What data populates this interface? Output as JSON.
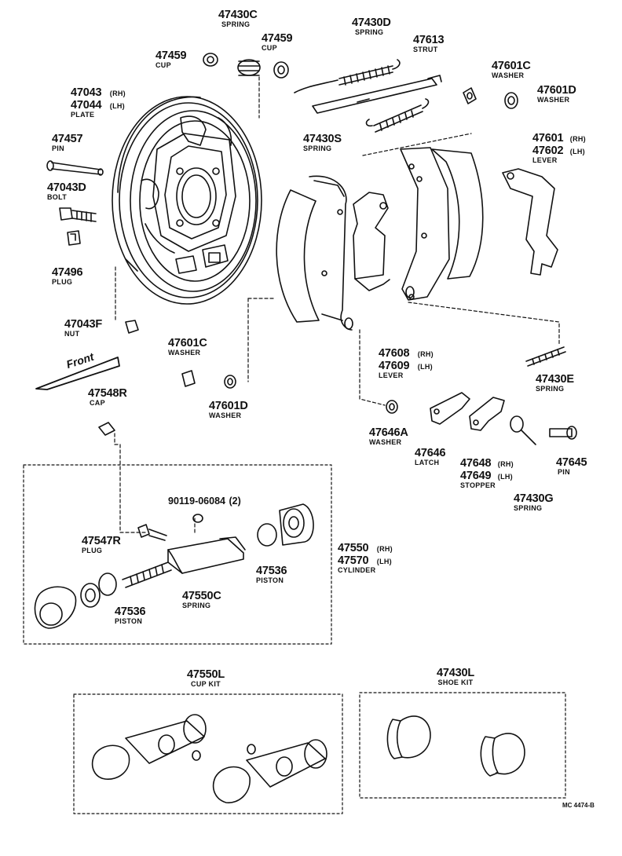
{
  "labels": {
    "l47430C": {
      "num": "47430C",
      "name": "SPRING"
    },
    "l47459a": {
      "num": "47459",
      "name": "CUP"
    },
    "l47459b": {
      "num": "47459",
      "name": "CUP"
    },
    "l47430D": {
      "num": "47430D",
      "name": "SPRING"
    },
    "l47613": {
      "num": "47613",
      "name": "STRUT"
    },
    "l47601C_top": {
      "num": "47601C",
      "name": "WASHER"
    },
    "l47601D_top": {
      "num": "47601D",
      "name": "WASHER"
    },
    "plate": {
      "num1": "47043",
      "rh": "(RH)",
      "num2": "47044",
      "lh": "(LH)",
      "name": "PLATE"
    },
    "l47457": {
      "num": "47457",
      "name": "PIN"
    },
    "l47043D": {
      "num": "47043D",
      "name": "BOLT"
    },
    "l47430S": {
      "num": "47430S",
      "name": "SPRING"
    },
    "lever_top": {
      "num1": "47601",
      "rh": "(RH)",
      "num2": "47602",
      "lh": "(LH)",
      "name": "LEVER"
    },
    "l47496": {
      "num": "47496",
      "name": "PLUG"
    },
    "l47043F": {
      "num": "47043F",
      "name": "NUT"
    },
    "l47601C_mid": {
      "num": "47601C",
      "name": "WASHER"
    },
    "lever_mid": {
      "num1": "47608",
      "rh": "(RH)",
      "num2": "47609",
      "lh": "(LH)",
      "name": "LEVER"
    },
    "l47430E": {
      "num": "47430E",
      "name": "SPRING"
    },
    "front": "Front",
    "l47548R": {
      "num": "47548R",
      "name": "CAP"
    },
    "l47601D_mid": {
      "num": "47601D",
      "name": "WASHER"
    },
    "l47646A": {
      "num": "47646A",
      "name": "WASHER"
    },
    "l47646": {
      "num": "47646",
      "name": "LATCH"
    },
    "stopper": {
      "num1": "47648",
      "rh": "(RH)",
      "num2": "47649",
      "lh": "(LH)",
      "name": "STOPPER"
    },
    "l47645": {
      "num": "47645",
      "name": "PIN"
    },
    "l47430G": {
      "num": "47430G",
      "name": "SPRING"
    },
    "bolt_code": {
      "num": "90119-06084",
      "qty": "(2)"
    },
    "l47547R": {
      "num": "47547R",
      "name": "PLUG"
    },
    "cylinder": {
      "num1": "47550",
      "rh": "(RH)",
      "num2": "47570",
      "lh": "(LH)",
      "name": "CYLINDER"
    },
    "l47536a": {
      "num": "47536",
      "name": "PISTON"
    },
    "l47536b": {
      "num": "47536",
      "name": "PISTON"
    },
    "l47550C": {
      "num": "47550C",
      "name": "SPRING"
    },
    "l47550L": {
      "num": "47550L",
      "name": "CUP KIT"
    },
    "l47430L": {
      "num": "47430L",
      "name": "SHOE KIT"
    }
  },
  "figure_code": "MC 4474-B"
}
